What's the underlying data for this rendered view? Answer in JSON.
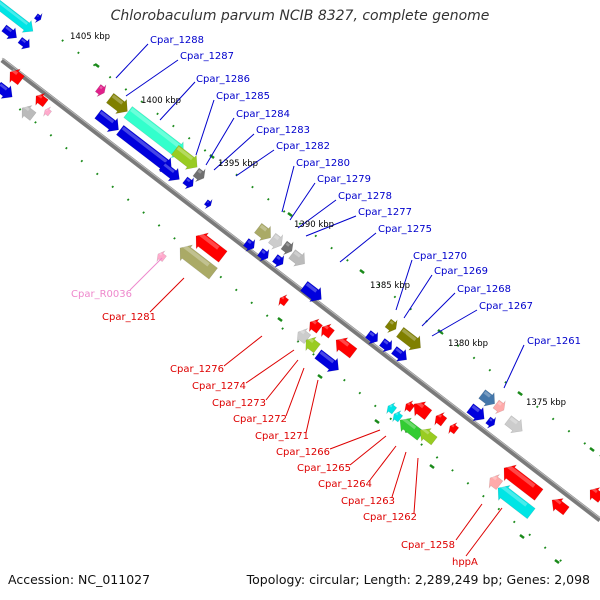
{
  "title": "Chlorobaculum parvum NCIB 8327, complete genome",
  "footer": {
    "accession": "Accession: NC_011027",
    "summary": "Topology: circular; Length: 2,289,249 bp; Genes: 2,098"
  },
  "colors": {
    "backbone": "#808080",
    "tick": "#1a8a1a",
    "forward_label": "#0000cc",
    "reverse_label": "#dd0000",
    "rna_label": "#ee88cc"
  },
  "ruler": [
    "1405 kbp",
    "1400 kbp",
    "1395 kbp",
    "1390 kbp",
    "1385 kbp",
    "1380 kbp",
    "1375 kbp"
  ],
  "forward_genes": [
    "Cpar_1288",
    "Cpar_1287",
    "Cpar_1286",
    "Cpar_1285",
    "Cpar_1284",
    "Cpar_1283",
    "Cpar_1282",
    "Cpar_1280",
    "Cpar_1279",
    "Cpar_1278",
    "Cpar_1277",
    "Cpar_1275",
    "Cpar_1270",
    "Cpar_1269",
    "Cpar_1268",
    "Cpar_1267",
    "Cpar_1261"
  ],
  "reverse_genes": [
    "Cpar_R0036",
    "Cpar_1281",
    "Cpar_1276",
    "Cpar_1274",
    "Cpar_1273",
    "Cpar_1272",
    "Cpar_1271",
    "Cpar_1266",
    "Cpar_1265",
    "Cpar_1264",
    "Cpar_1263",
    "Cpar_1262",
    "Cpar_1258",
    "hppA"
  ]
}
